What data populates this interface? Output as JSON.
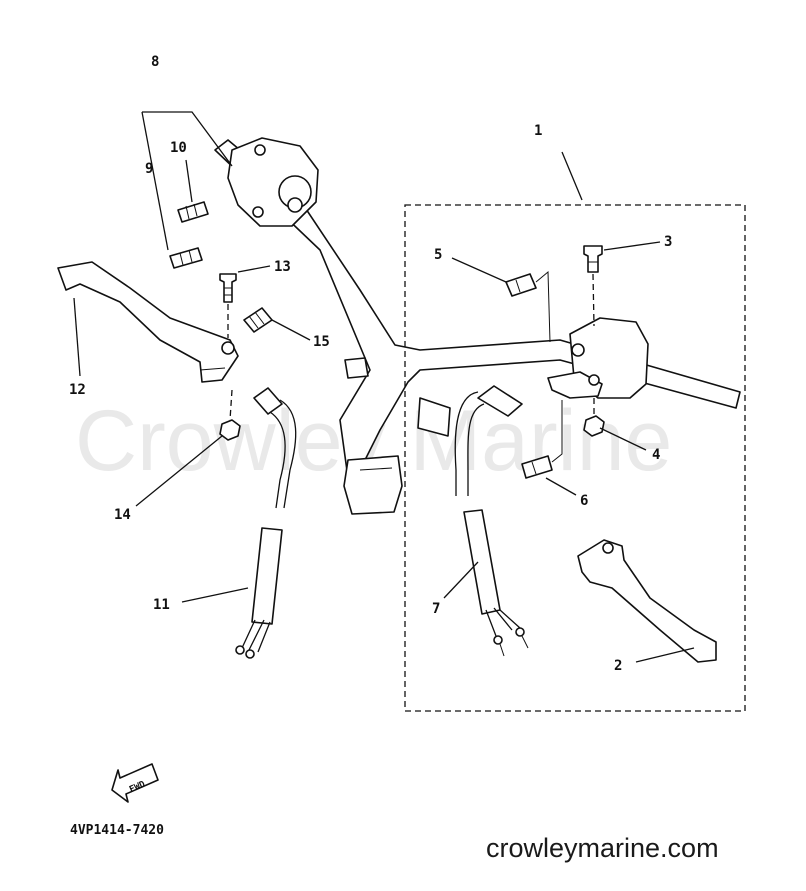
{
  "watermark": "Crowley Marine",
  "callouts": [
    {
      "id": "1",
      "label": "1"
    },
    {
      "id": "2",
      "label": "2"
    },
    {
      "id": "3",
      "label": "3"
    },
    {
      "id": "4",
      "label": "4"
    },
    {
      "id": "5",
      "label": "5"
    },
    {
      "id": "6",
      "label": "6"
    },
    {
      "id": "7",
      "label": "7"
    },
    {
      "id": "8",
      "label": "8"
    },
    {
      "id": "9",
      "label": "9"
    },
    {
      "id": "10",
      "label": "10"
    },
    {
      "id": "11",
      "label": "11"
    },
    {
      "id": "12",
      "label": "12"
    },
    {
      "id": "13",
      "label": "13"
    },
    {
      "id": "14",
      "label": "14"
    },
    {
      "id": "15",
      "label": "15"
    }
  ],
  "fwd_arrow_label": "FWD",
  "diagram_code": "4VP1414-7420",
  "site_url": "crowleymarine.com"
}
